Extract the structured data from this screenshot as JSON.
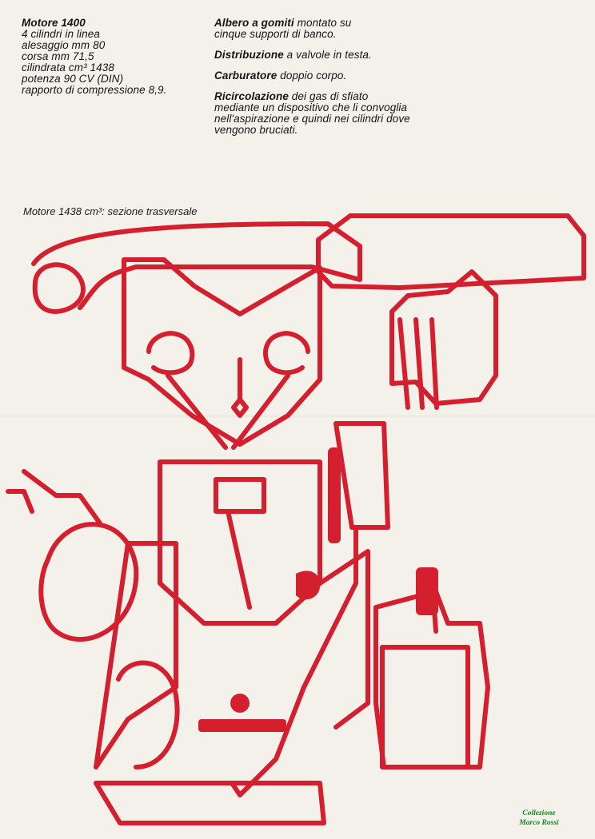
{
  "specs_left": {
    "title": "Motore 1400",
    "lines": [
      "4 cilindri in linea",
      "alesaggio mm 80",
      "corsa mm 71,5",
      "cilindrata cm³ 1438",
      "potenza 90 CV (DIN)",
      "rapporto di compressione 8,9."
    ]
  },
  "specs_right": [
    {
      "heading": "Albero a gomiti",
      "text": "montato su",
      "continuation": "cinque supporti di banco."
    },
    {
      "heading": "Distribuzione",
      "text": "a valvole in testa.",
      "continuation": ""
    },
    {
      "heading": "Carburatore",
      "text": "doppio corpo.",
      "continuation": ""
    },
    {
      "heading": "Ricircolazione",
      "text": "dei gas di sfiato",
      "continuation": "mediante un dispositivo che li convoglia nell'aspirazione e quindi nei cilindri dove vengono bruciati."
    }
  ],
  "caption": "Motore 1438 cm³: sezione trasversale",
  "stamp": {
    "line1": "Collezione",
    "line2": "Marco Rossi"
  },
  "colors": {
    "drawing_red": "#d4202e",
    "paper": "#f4f1ea",
    "text": "#151515",
    "stamp_green": "#0d8a1b"
  }
}
